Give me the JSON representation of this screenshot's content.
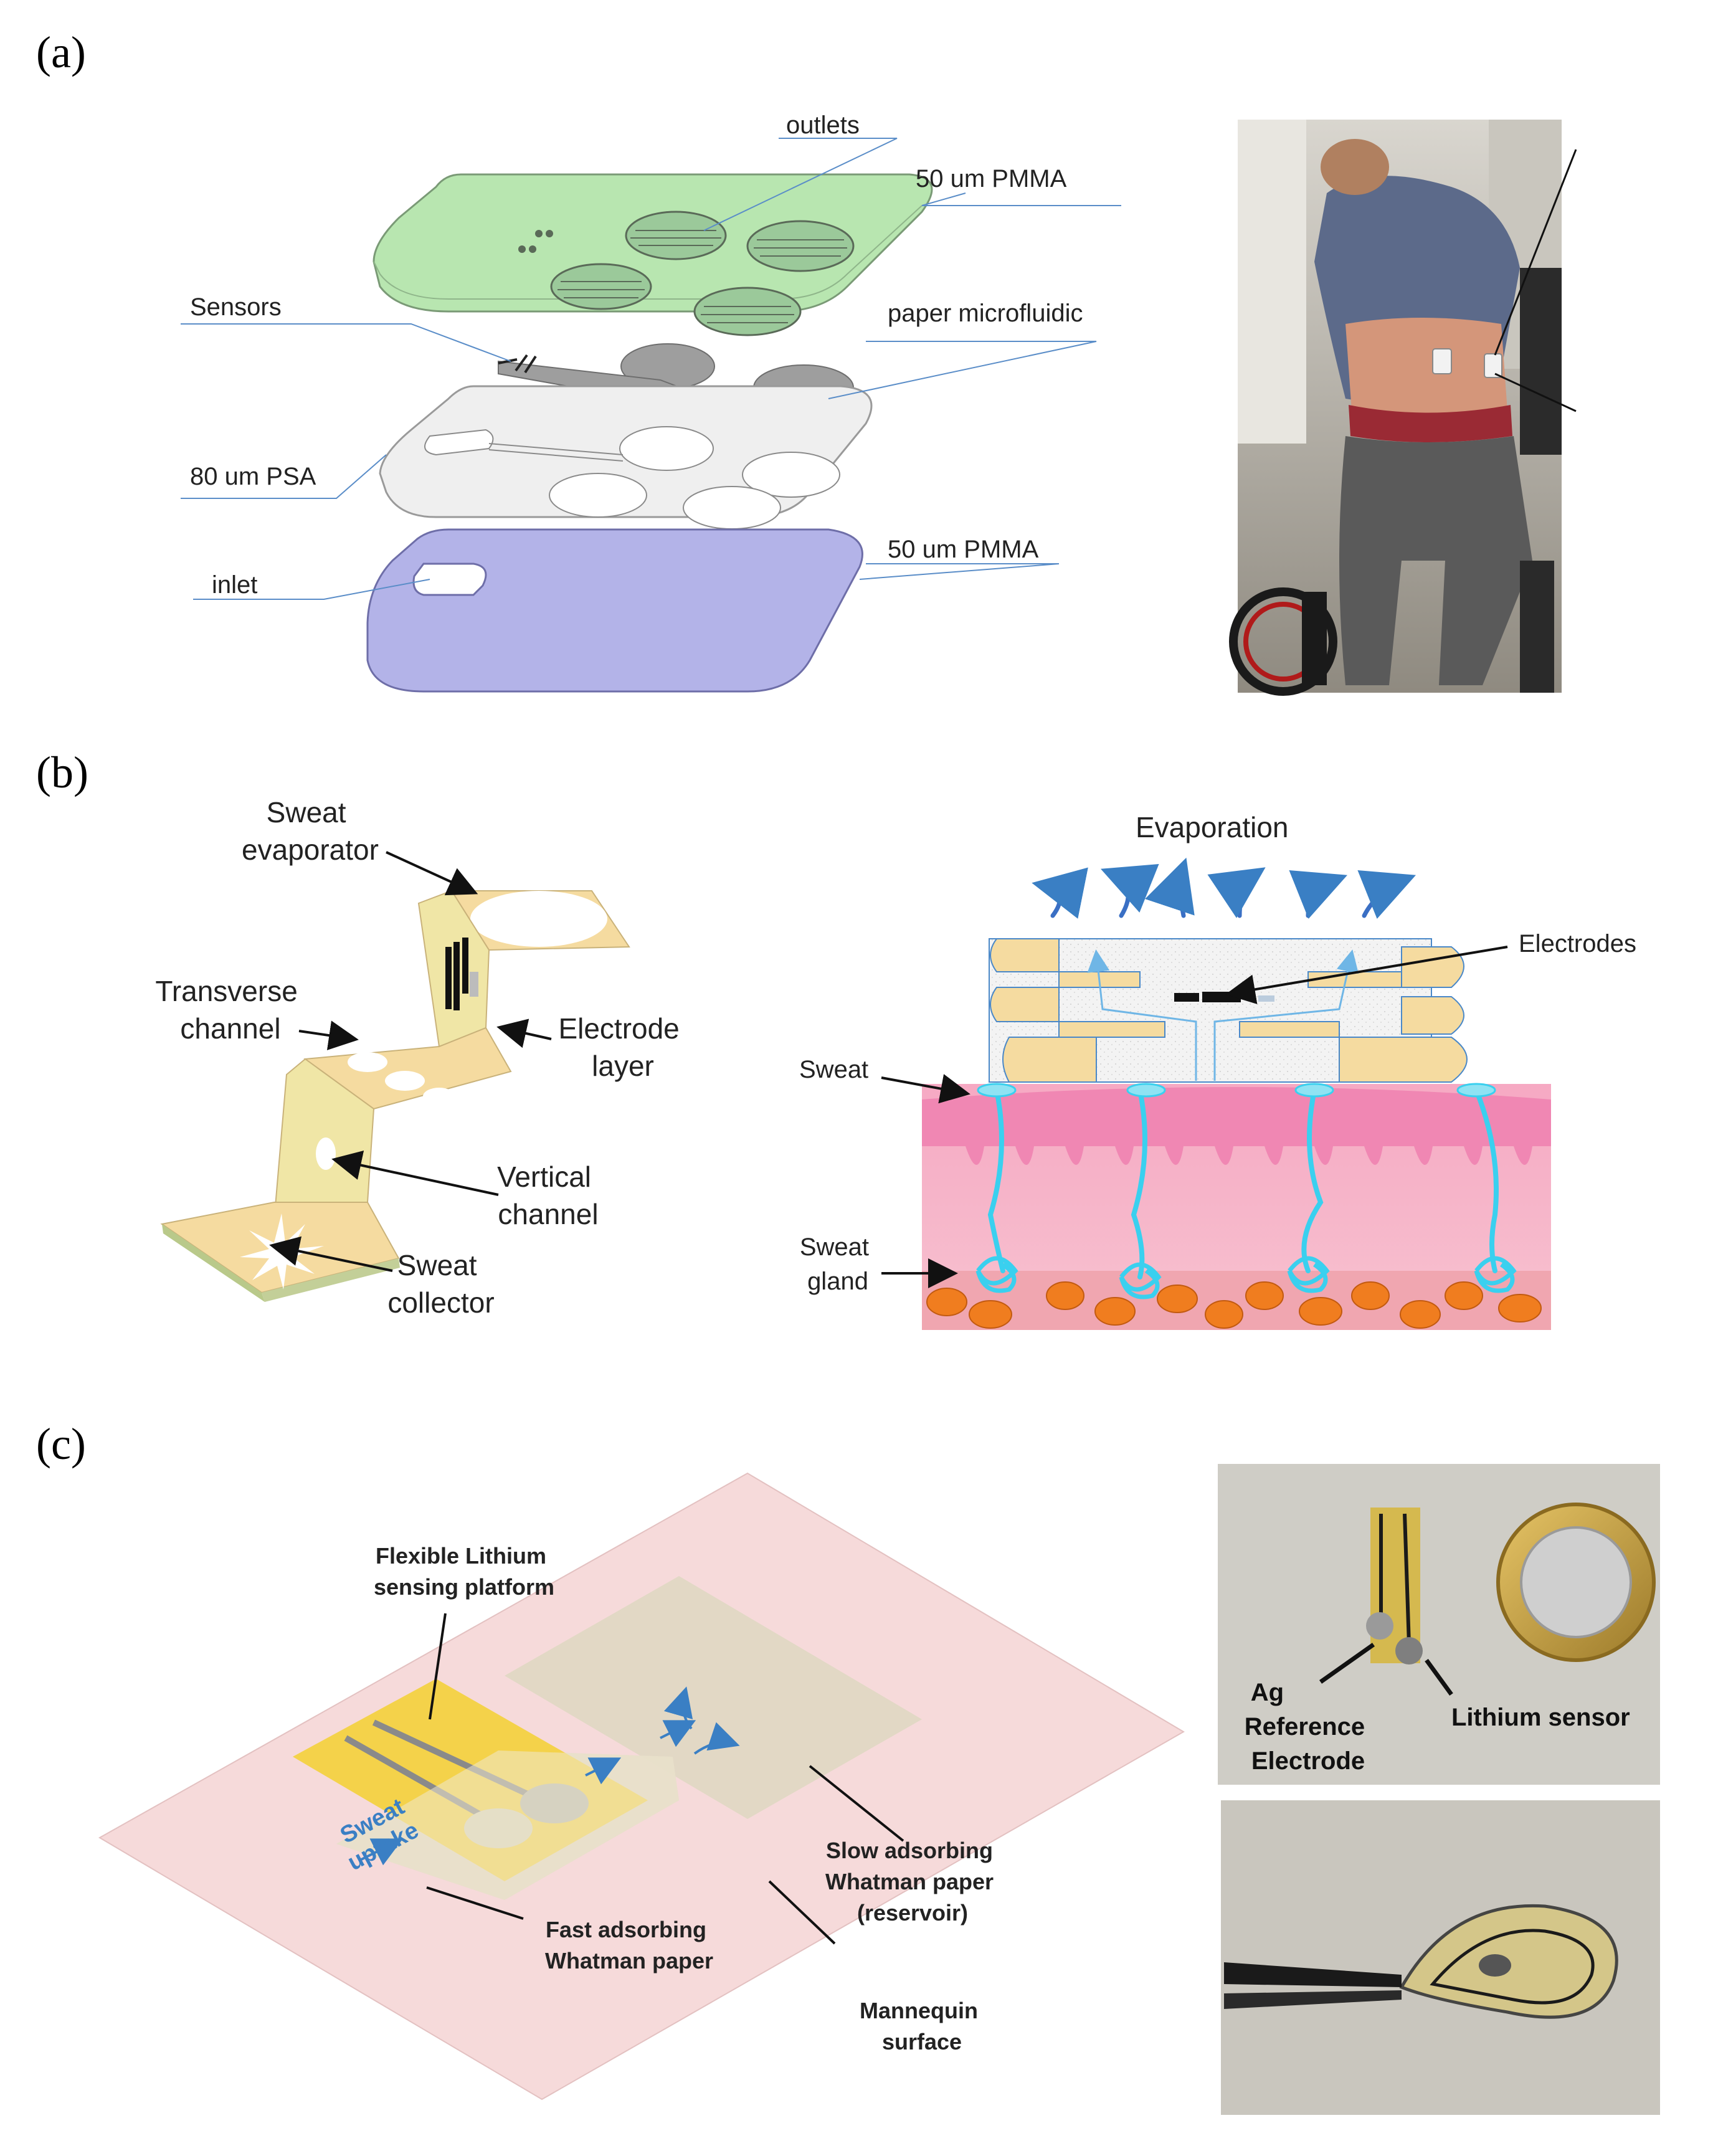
{
  "panels": {
    "a": {
      "label": "(a)",
      "layers": {
        "outlets": "outlets",
        "pmma_top": "50 um PMMA",
        "sensors": "Sensors",
        "paper": "paper microfluidic",
        "psa": "80 um PSA",
        "inlet": "inlet",
        "pmma_bottom": "50 um PMMA"
      }
    },
    "b": {
      "label": "(b)",
      "left": {
        "evaporator": [
          "Sweat",
          "evaporator"
        ],
        "transverse": [
          "Transverse",
          "channel"
        ],
        "electrode": [
          "Electrode",
          "layer"
        ],
        "vertical": [
          "Vertical",
          "channel"
        ],
        "collector": [
          "Sweat",
          "collector"
        ]
      },
      "right": {
        "evaporation": "Evaporation",
        "electrodes": "Electrodes",
        "sweat": "Sweat",
        "gland": [
          "Sweat",
          "gland"
        ]
      }
    },
    "c": {
      "label": "(c)",
      "left": {
        "platform": [
          "Flexible Lithium",
          "sensing platform"
        ],
        "uptake": [
          "Sweat",
          "uptake"
        ],
        "fast": [
          "Fast adsorbing",
          "Whatman paper"
        ],
        "slow": [
          "Slow adsorbing",
          "Whatman paper",
          "(reservoir)"
        ],
        "mannequin": [
          "Mannequin",
          "surface"
        ]
      },
      "photo": {
        "ref": [
          "Ag",
          "Reference",
          "Electrode"
        ],
        "lithium": "Lithium sensor"
      }
    }
  },
  "colors": {
    "pmma_top": "#b8e6b0",
    "pmma_bottom": "#b3b3e8",
    "paper_grey": "#9e9e9e",
    "pad_yellow": "#f5dba0",
    "skin_pink": "#f8b8cf",
    "mannequin": "#f6dada",
    "fat_orange": "#f07d1f"
  }
}
